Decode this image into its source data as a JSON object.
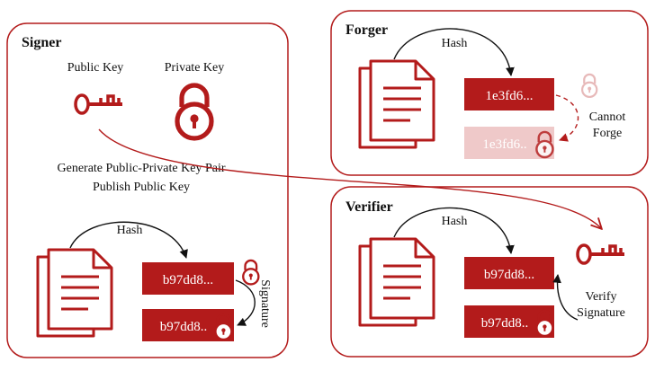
{
  "colors": {
    "red": "#b31b1b",
    "faded": "#efc9c9",
    "black": "#111111"
  },
  "signer": {
    "title": "Signer",
    "public_key_label": "Public Key",
    "private_key_label": "Private Key",
    "generate_text": "Generate Public-Private Key Pair",
    "publish_text": "Publish Public Key",
    "hash_label": "Hash",
    "hash_value": "b97dd8...",
    "signed_value": "b97dd8..",
    "signature_label": "Signature"
  },
  "forger": {
    "title": "Forger",
    "hash_label": "Hash",
    "hash_value": "1e3fd6...",
    "forged_value": "1e3fd6..",
    "cannot_line1": "Cannot",
    "cannot_line2": "Forge"
  },
  "verifier": {
    "title": "Verifier",
    "hash_label": "Hash",
    "hash_value": "b97dd8...",
    "signed_value": "b97dd8..",
    "verify_line1": "Verify",
    "verify_line2": "Signature"
  },
  "icons": {
    "document": "document-icon",
    "key": "key-icon",
    "lock": "padlock-icon"
  }
}
